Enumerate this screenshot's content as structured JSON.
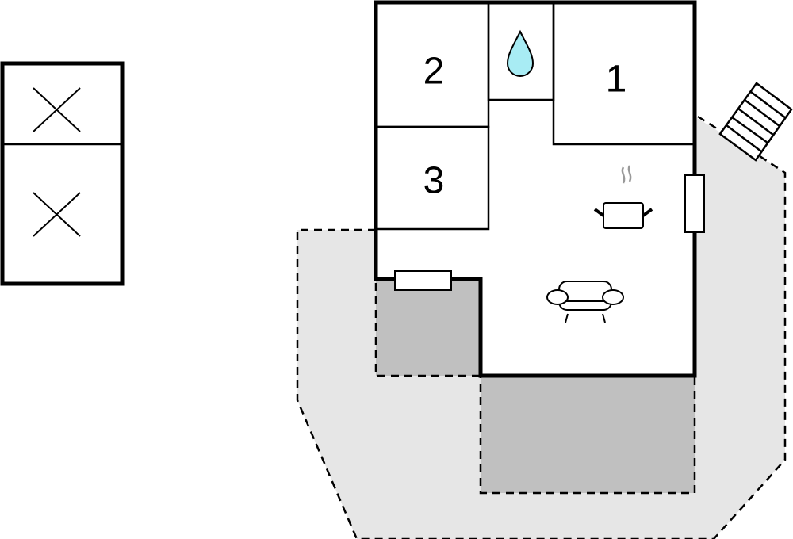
{
  "floorplan": {
    "rooms": [
      {
        "label": "1",
        "type": "bedroom"
      },
      {
        "label": "2",
        "type": "bedroom"
      },
      {
        "label": "3",
        "type": "bedroom"
      }
    ],
    "icons": [
      "water-drop-icon",
      "cooking-pot-icon",
      "armchair-icon",
      "stairs-icon",
      "bed-cross-icon"
    ],
    "colors": {
      "terrace": "#e6e6e6",
      "covered_area": "#c0c0c0",
      "water": "#a8ecf4",
      "wall": "#000000"
    }
  }
}
